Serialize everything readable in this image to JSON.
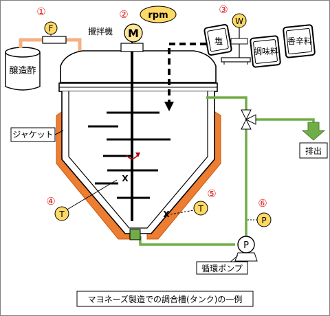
{
  "markers": {
    "m1": "①",
    "m2": "②",
    "m3": "③",
    "m4": "④",
    "m5": "⑤",
    "m6": "⑥"
  },
  "instruments": {
    "flow": "F",
    "motor": "M",
    "speed": "rpm",
    "weigh": "W",
    "temp_inner": "T",
    "temp_jacket": "T",
    "pressure": "P",
    "pump": "P"
  },
  "labels": {
    "vinegar_tank": "醸造酢",
    "agitator": "攪拌機",
    "salt": "塩",
    "seasoning": "調味料",
    "spice": "香辛料",
    "jacket": "ジャケット",
    "discharge": "排出",
    "circulation_pump": "循環ポンプ",
    "x_inner": "X",
    "x_jacket": "X",
    "caption": "マヨネーズ製造での調合槽(タンク)の一例"
  },
  "colors": {
    "vinegar_line": "#f4b183",
    "recirc_line": "#70ad47",
    "jacket": "#ed7d31",
    "marker": "#e02020",
    "instrument_fill": "#ffd966",
    "motor_fill": "#ffe699",
    "outlet_valve": "#70ad47"
  }
}
